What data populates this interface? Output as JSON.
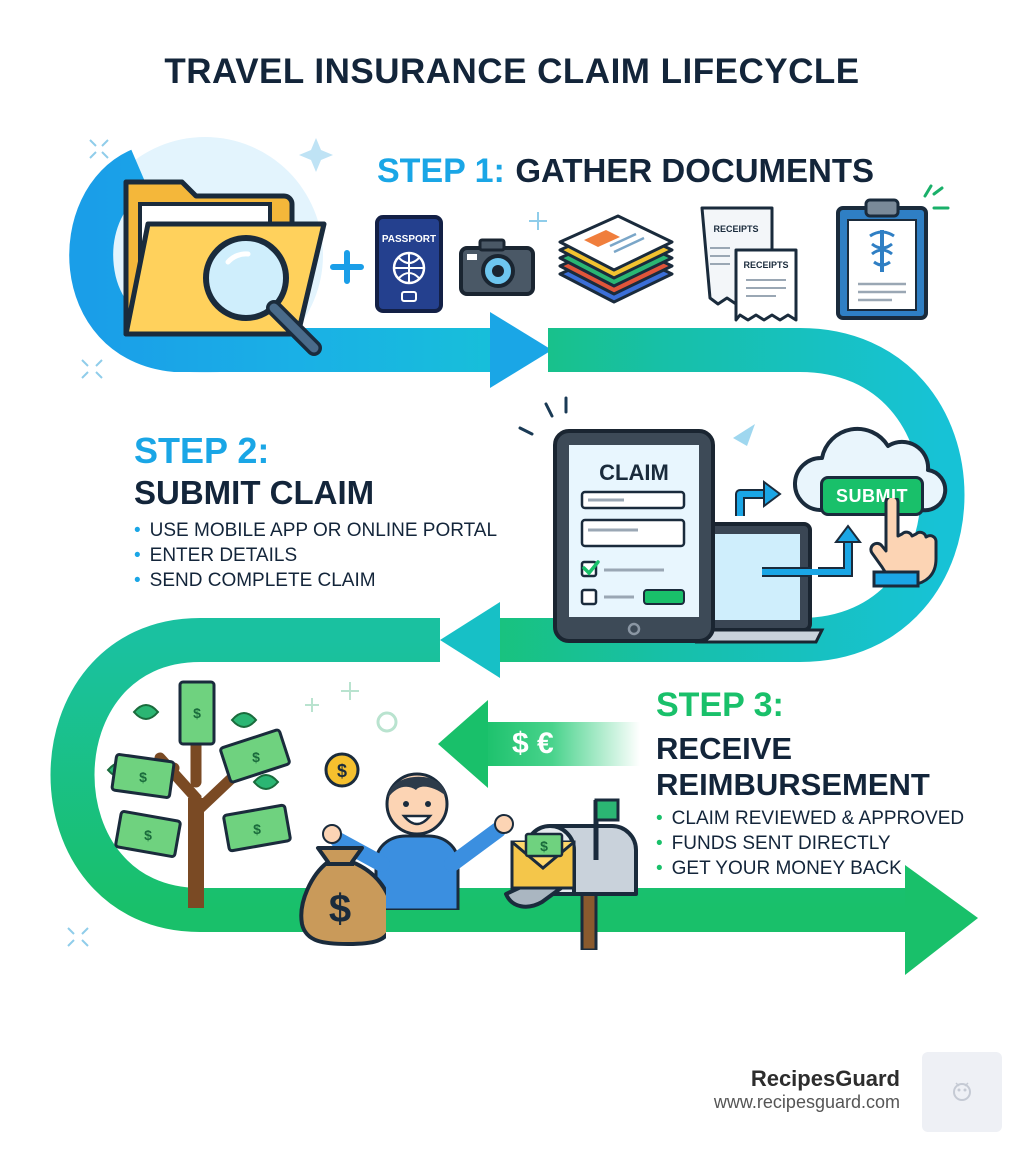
{
  "title": "TRAVEL INSURANCE CLAIM LIFECYCLE",
  "step1": {
    "label": "STEP 1:",
    "name": "GATHER DOCUMENTS",
    "icons": [
      "folder-magnifier-icon",
      "plus-icon",
      "passport-icon",
      "camera-icon",
      "document-stack-icon",
      "receipts-icon",
      "medical-clipboard-icon"
    ],
    "passport_text": "PASSPORT",
    "receipt_text": "RECEIPTS"
  },
  "step2": {
    "label": "STEP 2:",
    "name": "SUBMIT CLAIM",
    "bullets": [
      "USE MOBILE APP OR ONLINE PORTAL",
      "ENTER DETAILS",
      "SEND COMPLETE CLAIM"
    ],
    "tablet_heading": "CLAIM",
    "submit_label": "SUBMIT"
  },
  "step3": {
    "label": "STEP 3:",
    "name_line1": "RECEIVE",
    "name_line2": "REIMBURSEMENT",
    "bullets": [
      "CLAIM REVIEWED & APPROVED",
      "FUNDS SENT DIRECTLY",
      "GET YOUR MONEY BACK"
    ],
    "currency_symbols": "$ €"
  },
  "brand": {
    "name": "RecipesGuard",
    "url": "www.recipesguard.com"
  },
  "colors": {
    "blue": "#1aa6e6",
    "teal": "#14bcd0",
    "green": "#19c06a",
    "dark": "#13253a"
  }
}
